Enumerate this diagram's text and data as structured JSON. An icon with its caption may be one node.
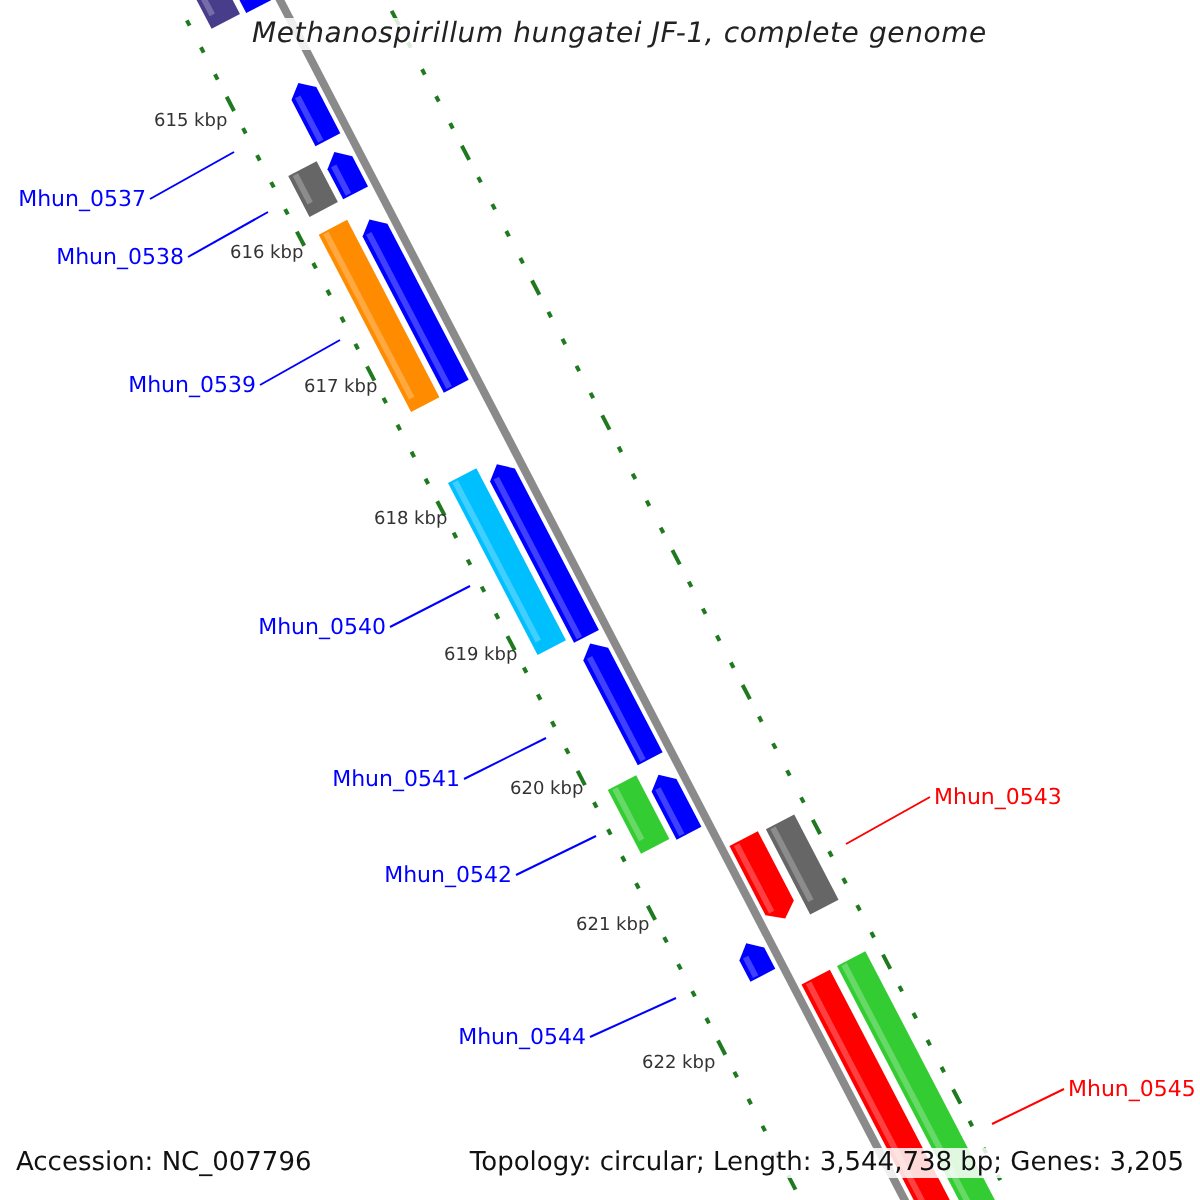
{
  "diagram": {
    "title": "Methanospirillum hungatei JF-1, complete genome",
    "nodes": [
      {
        "text": [
          "Mhun_0537"
        ]
      },
      {
        "text": [
          "Mhun_0538"
        ]
      },
      {
        "text": [
          "Mhun_0539"
        ]
      },
      {
        "text": [
          "Mhun_0540"
        ]
      },
      {
        "text": [
          "Mhun_0541"
        ]
      },
      {
        "text": [
          "Mhun_0542"
        ]
      },
      {
        "text": [
          "Mhun_0543"
        ]
      },
      {
        "text": [
          "Mhun_0544"
        ]
      },
      {
        "text": [
          "Mhun_0545"
        ]
      }
    ],
    "edges": [
      {
        "from": 0,
        "to": null,
        "arrow": "none"
      },
      {
        "from": 1,
        "to": null,
        "arrow": "none"
      },
      {
        "from": 2,
        "to": null,
        "arrow": "none"
      },
      {
        "from": 3,
        "to": null,
        "arrow": "none"
      },
      {
        "from": 4,
        "to": null,
        "arrow": "none"
      },
      {
        "from": 5,
        "to": null,
        "arrow": "none"
      },
      {
        "from": 6,
        "to": null,
        "arrow": "none",
        "color": "#ff0000"
      },
      {
        "from": 7,
        "to": null,
        "arrow": "none"
      },
      {
        "from": 8,
        "to": null,
        "arrow": "none",
        "color": "#ff0000"
      }
    ],
    "labels": [
      "615 kbp",
      "616 kbp",
      "617 kbp",
      "618 kbp",
      "619 kbp",
      "620 kbp",
      "621 kbp",
      "622 kbp",
      "Accession: NC_007796",
      "Topology: circular; Length: 3,544,738 bp; Genes: 3,205"
    ]
  }
}
